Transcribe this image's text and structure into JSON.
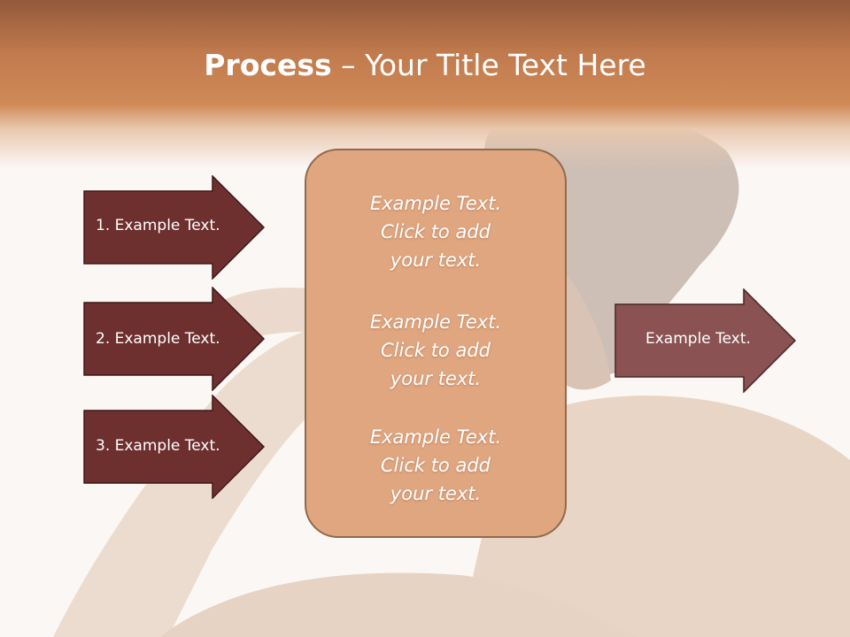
{
  "title": {
    "bold": "Process",
    "rest": " – Your Title Text Here"
  },
  "left_arrows": [
    {
      "label": "1. Example Text."
    },
    {
      "label": "2. Example Text."
    },
    {
      "label": "3. Example Text."
    }
  ],
  "center_blocks": [
    {
      "line1": "Example Text.",
      "line2": "Click  to add",
      "line3": "your text."
    },
    {
      "line1": "Example Text.",
      "line2": "Click  to add",
      "line3": "your text."
    },
    {
      "line1": "Example Text.",
      "line2": "Click  to add",
      "line3": "your text."
    }
  ],
  "right_arrow": {
    "label": "Example Text."
  },
  "colors": {
    "left_arrow_fill": "#6e2f2f",
    "right_arrow_fill": "#8a5252",
    "center_box_fill": "#dfa680",
    "title_band": "#c07a4d"
  }
}
